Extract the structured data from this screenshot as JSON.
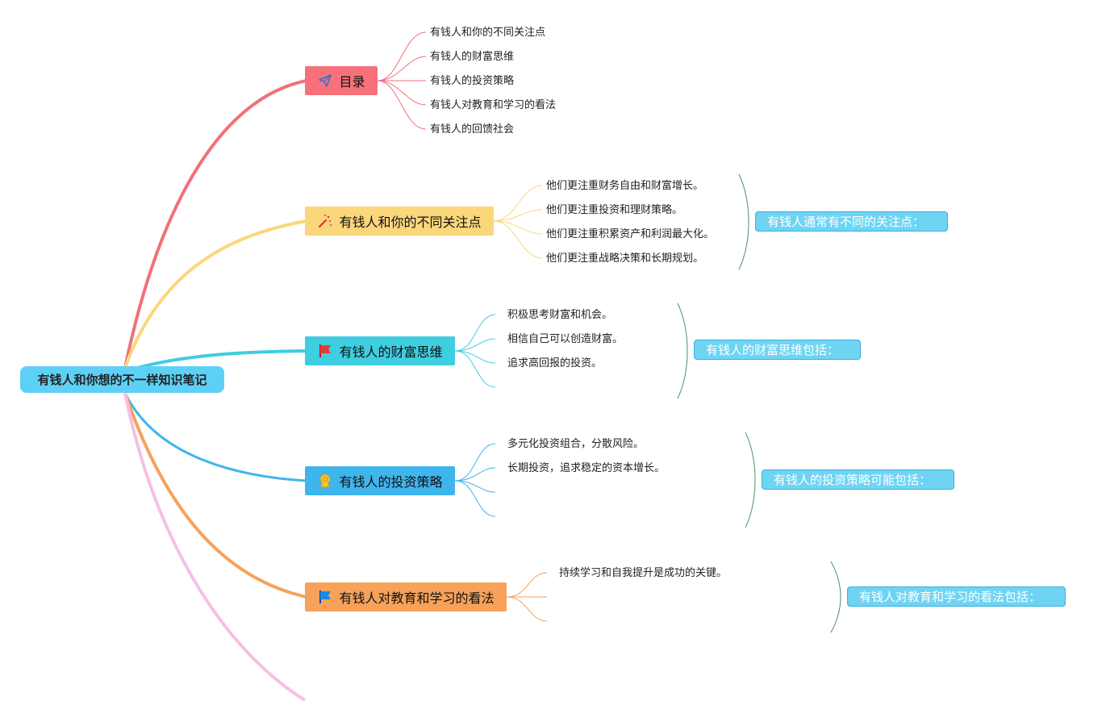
{
  "root": {
    "label": "有钱人和你想的不一样知识笔记"
  },
  "colors": {
    "toc": "#f7717b",
    "focus": "#fbd77c",
    "mindset": "#3fcde0",
    "invest": "#3fb5ee",
    "education": "#f6a25a",
    "extra": "#f7bfe4",
    "summary_bg": "#6fd4f4",
    "bracket": "#4f8f6f"
  },
  "branches": [
    {
      "id": "toc",
      "label": "目录",
      "icon": "paper-plane-icon",
      "children": [
        "有钱人和你的不同关注点",
        "有钱人的财富思维",
        "有钱人的投资策略",
        "有钱人对教育和学习的看法",
        "有钱人的回馈社会"
      ]
    },
    {
      "id": "focus",
      "label": "有钱人和你的不同关注点",
      "icon": "sparkle-wand-icon",
      "children": [
        "他们更注重财务自由和财富增长。",
        "他们更注重投资和理财策略。",
        "他们更注重积累资产和利润最大化。",
        "他们更注重战略决策和长期规划。"
      ],
      "summary": "有钱人通常有不同的关注点："
    },
    {
      "id": "mindset",
      "label": "有钱人的财富思维",
      "icon": "red-flag-icon",
      "children": [
        "积极思考财富和机会。",
        "相信自己可以创造财富。",
        "追求高回报的投资。",
        ""
      ],
      "summary": "有钱人的财富思维包括："
    },
    {
      "id": "invest",
      "label": "有钱人的投资策略",
      "icon": "medal-icon",
      "children": [
        "多元化投资组合，分散风险。",
        "长期投资，追求稳定的资本增长。",
        "",
        ""
      ],
      "summary": "有钱人的投资策略可能包括："
    },
    {
      "id": "education",
      "label": "有钱人对教育和学习的看法",
      "icon": "blue-flag-icon",
      "children": [
        "持续学习和自我提升是成功的关键。",
        "",
        ""
      ],
      "summary": "有钱人对教育和学习的看法包括："
    }
  ]
}
